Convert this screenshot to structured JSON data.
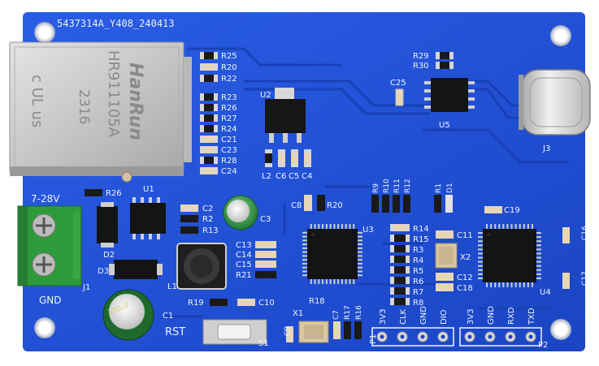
{
  "board": {
    "part_number": "5437314A_Y408_240413",
    "power_label": "7-28V",
    "gnd_label": "GND",
    "rst_label": "RST",
    "colors": {
      "pcb": "#1f4fd6",
      "pcb_dark": "#123aa8",
      "silkscreen": "#eef4ff",
      "terminal_green": "#2f9a3a",
      "chip_black": "#141414",
      "metal": "#c9c9c9"
    }
  },
  "rj45": {
    "brand": "HanRun",
    "model": "HR911105A",
    "date_code": "2316",
    "cert_mark": "c UL us"
  },
  "capacitors": {
    "c1_marking": "100uF"
  },
  "labels": {
    "R25": "R25",
    "R20": "R20",
    "R22": "R22",
    "R23": "R23",
    "R26a": "R26",
    "R27": "R27",
    "R24": "R24",
    "C21": "C21",
    "C23": "C23",
    "R28": "R28",
    "C24": "C24",
    "U2": "U2",
    "L2": "L2",
    "C6": "C6",
    "C5": "C5",
    "C4": "C4",
    "R29": "R29",
    "R30": "R30",
    "C25": "C25",
    "U5": "U5",
    "J3": "J3",
    "R26": "R26",
    "U1": "U1",
    "C2": "C2",
    "R2": "R2",
    "R13": "R13",
    "C3": "C3",
    "D2": "D2",
    "D3": "D3",
    "L1": "L1",
    "J1": "J1",
    "C1": "C1",
    "C8": "C8",
    "R20b": "R20",
    "R9": "R9",
    "R10": "R10",
    "R11": "R11",
    "R12": "R12",
    "R1": "R1",
    "D1": "D1",
    "C19": "C19",
    "C13": "C13",
    "C14": "C14",
    "C15": "C15",
    "R21": "R21",
    "U3": "U3",
    "R14": "R14",
    "R15": "R15",
    "R3": "R3",
    "R4": "R4",
    "R5": "R5",
    "R6": "R6",
    "R7": "R7",
    "R8": "R8",
    "C11": "C11",
    "X2": "X2",
    "C12": "C12",
    "C18": "C18",
    "C16": "C16",
    "C17": "C17",
    "U4": "U4",
    "R18": "R18",
    "R19": "R19",
    "C10": "C10",
    "X1": "X1",
    "C7": "C7",
    "R17": "R17",
    "R16": "R16",
    "C9": "C9",
    "S1": "S1",
    "P1": "P1",
    "P2": "P2"
  },
  "header_p1": {
    "pins": [
      "3V3",
      "CLK",
      "GND",
      "DIO"
    ]
  },
  "header_p2": {
    "pins": [
      "3V3",
      "GND",
      "RXD",
      "TXD"
    ]
  }
}
